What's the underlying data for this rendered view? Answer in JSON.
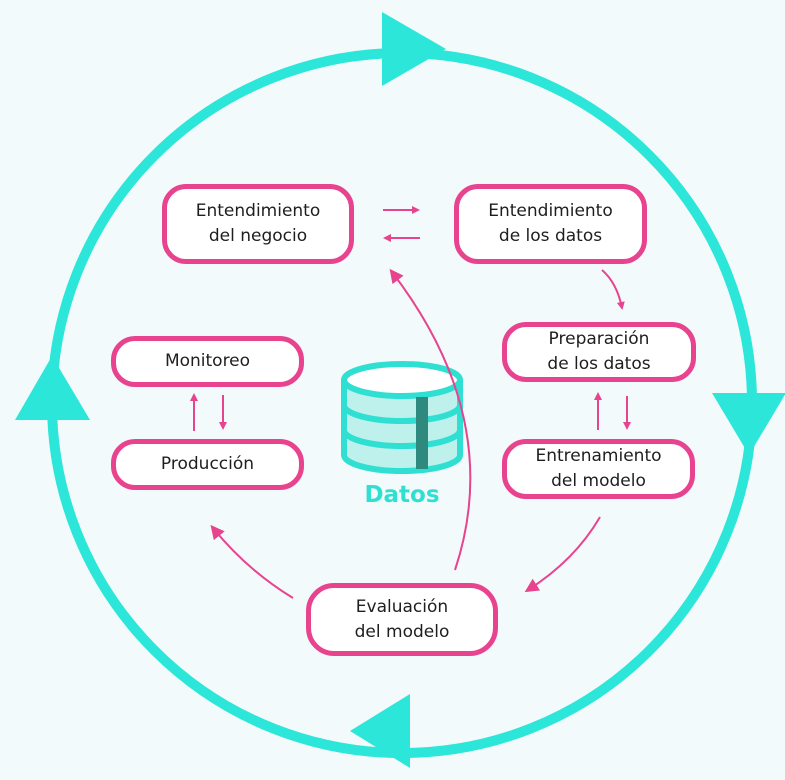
{
  "steps": {
    "entendimiento_negocio": {
      "line1": "Entendimiento",
      "line2": "del negocio"
    },
    "entendimiento_datos": {
      "line1": "Entendimiento",
      "line2": "de los datos"
    },
    "preparacion": {
      "line1": "Preparación",
      "line2": "de los datos"
    },
    "entrenamiento": {
      "line1": "Entrenamiento",
      "line2": "del modelo"
    },
    "evaluacion": {
      "line1": "Evaluación",
      "line2": "del modelo"
    },
    "monitoreo": {
      "line1": "Monitoreo"
    },
    "produccion": {
      "line1": "Producción"
    }
  },
  "center": {
    "label": "Datos",
    "icon": "database-icon"
  },
  "colors": {
    "ring": "#2be6d9",
    "box_border": "#e8438f",
    "arrow": "#e8438f",
    "database_fill": "#bff1ec",
    "database_stroke": "#2fe0d2",
    "database_stripe": "#2e8a7f",
    "label": "#2fe0d2"
  }
}
